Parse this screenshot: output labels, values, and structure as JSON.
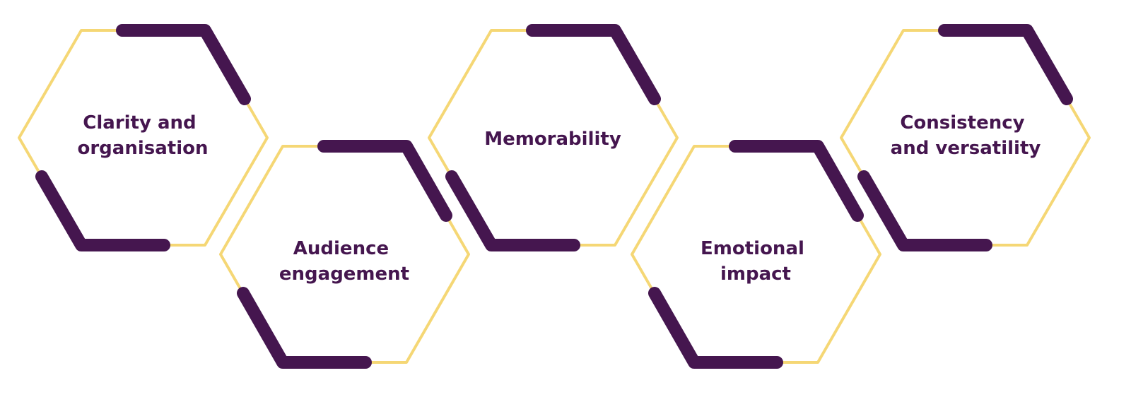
{
  "colors": {
    "outline": "#F5D775",
    "accent": "#45164F",
    "text": "#45164F",
    "background": "#FFFFFF"
  },
  "hexagons": [
    {
      "lines": [
        "Clarity and",
        "organisation"
      ]
    },
    {
      "lines": [
        "Audience",
        "engagement"
      ]
    },
    {
      "lines": [
        "Memorability"
      ]
    },
    {
      "lines": [
        "Emotional",
        "impact"
      ]
    },
    {
      "lines": [
        "Consistency",
        "and versatility"
      ]
    }
  ]
}
